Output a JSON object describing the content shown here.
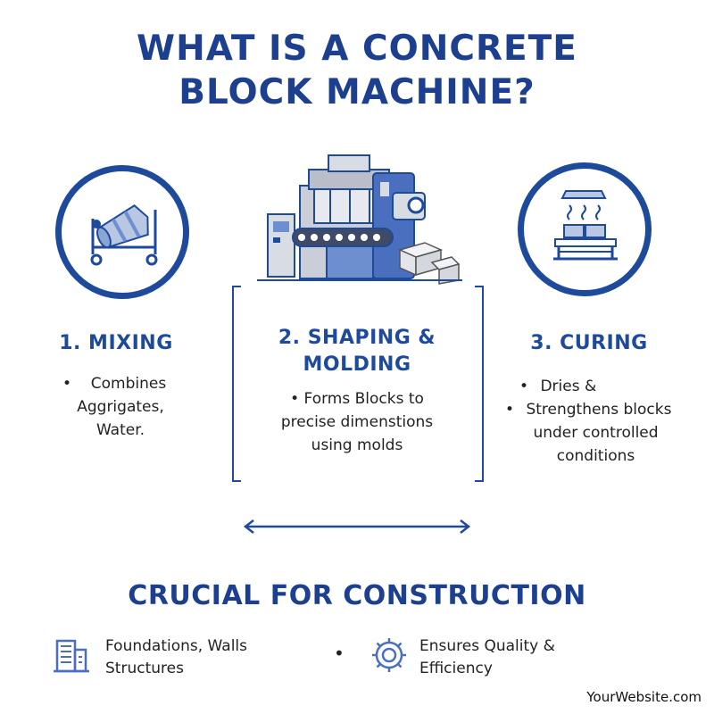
{
  "title": {
    "line1": "WHAT IS A CONCRETE",
    "line2": "BLOCK MACHINE?"
  },
  "steps": [
    {
      "icon": "concrete-mixer-icon",
      "title": "1. MIXING",
      "bullet": "•",
      "lines": [
        "Combines",
        "Aggrigates,",
        "Water."
      ]
    },
    {
      "icon": "block-machine-icon",
      "title_line1": "2. SHAPING &",
      "title_line2": "MOLDING",
      "bullet": "•",
      "lines": [
        "Forms Blocks to",
        "precise dimenstions",
        "using molds"
      ]
    },
    {
      "icon": "curing-chamber-icon",
      "title": "3. CURING",
      "bullet": "•",
      "lines": [
        "Dries &",
        "Strengthens blocks",
        "under controlled",
        "conditions"
      ]
    }
  ],
  "crucial": {
    "title": "CRUCIAL FOR CONSTRUCTION",
    "items": [
      {
        "icon": "building-icon",
        "line1": "Foundations, Walls",
        "line2": "Structures"
      },
      {
        "icon": "gear-icon",
        "line1": "Ensures Quality &",
        "line2": "Efficiency"
      }
    ],
    "separator": "•"
  },
  "footer": "YourWebsite.com",
  "colors": {
    "primary": "#1e4a9c",
    "title": "#1d3f8f",
    "light_blue": "#6d8fcf",
    "gray": "#b9bec8"
  }
}
